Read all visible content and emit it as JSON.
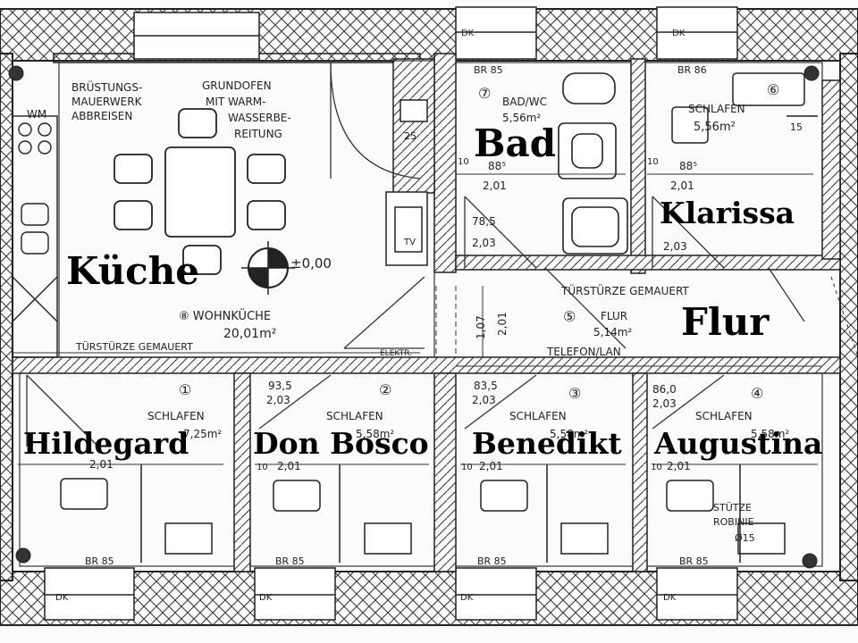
{
  "rooms": {
    "kueche": "Küche",
    "bad": "Bad",
    "klarissa": "Klarissa",
    "flur": "Flur",
    "hildegard": "Hildegard",
    "don_bosco": "Don Bosco",
    "benedikt": "Benedikt",
    "augustina": "Augustina"
  },
  "annotations": {
    "bruestung_1": "BRÜSTUNGS-",
    "bruestung_2": "MAUERWERK",
    "bruestung_3": "ABBREISEN",
    "grundofen_1": "GRUNDOFEN",
    "grundofen_2": "MIT WARM-",
    "grundofen_3": "WASSERBE-",
    "grundofen_4": "REITUNG",
    "wm": "WM",
    "level": "±0,00",
    "wohnkueche": "⑧ WOHNKÜCHE",
    "wohnkueche_area": "20,01m²",
    "tuerstuerze_left": "TÜRSTÜRZE GEMAUERT",
    "tuerstuerze_right": "TÜRSTÜRZE GEMAUERT",
    "elektr": "ELEKTR.",
    "tv": "TV",
    "bad_no": "⑦",
    "bad_name": "BAD/WC",
    "bad_area": "5,56m²",
    "schlafen6_no": "⑥",
    "schlafen6_name": "SCHLAFEN",
    "schlafen6_area": "5,56m²",
    "flur_no": "⑤",
    "flur_name": "FLUR",
    "flur_area": "5,14m²",
    "telefon": "TELEFON/LAN",
    "r1_no": "①",
    "r2_no": "②",
    "r3_no": "③",
    "r4_no": "④",
    "schlafen": "SCHLAFEN",
    "r1_area": "7,25m²",
    "r2_area": "5,58m²",
    "r3_area": "5,58m²",
    "r4_area": "5,58m²",
    "stuetze_1": "STÜTZE",
    "stuetze_2": "ROBINIE",
    "stuetze_3": "Ø15",
    "br85": "BR 85",
    "br86": "BR 86",
    "dk": "DK",
    "d885": "88⁵",
    "d201": "2,01",
    "d203": "2,03",
    "d785": "78,5",
    "d935": "93,5",
    "d835": "83,5",
    "d860": "86,0",
    "d107": "1,07",
    "d25": "25",
    "d15": "15",
    "d10": "10"
  }
}
